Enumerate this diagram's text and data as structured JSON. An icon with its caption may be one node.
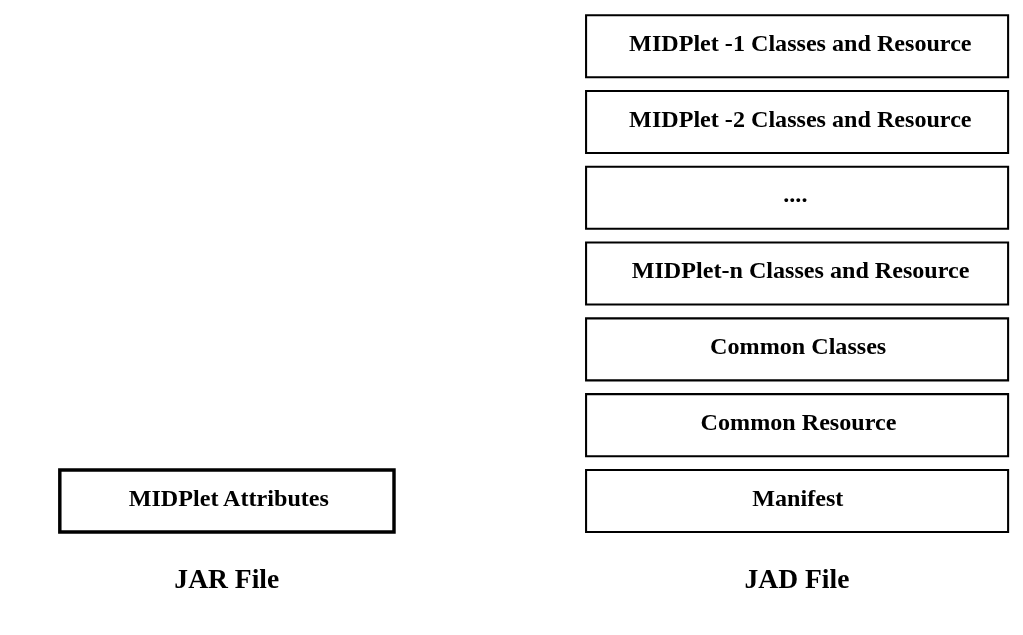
{
  "diagram": {
    "nodes": [
      {
        "text": [
          "MIDPlet -1 Classes and Resource"
        ]
      },
      {
        "text": [
          "MIDPlet -2 Classes and Resource"
        ]
      },
      {
        "text": [
          "...."
        ]
      },
      {
        "text": [
          "MIDPlet-n Classes and Resource"
        ]
      },
      {
        "text": [
          "Common Classes"
        ]
      },
      {
        "text": [
          "Common Resource"
        ]
      },
      {
        "text": [
          "Manifest"
        ]
      },
      {
        "text": [
          "MIDPlet Attributes"
        ]
      }
    ],
    "labels": [
      "JAR File",
      "JAD File"
    ]
  }
}
